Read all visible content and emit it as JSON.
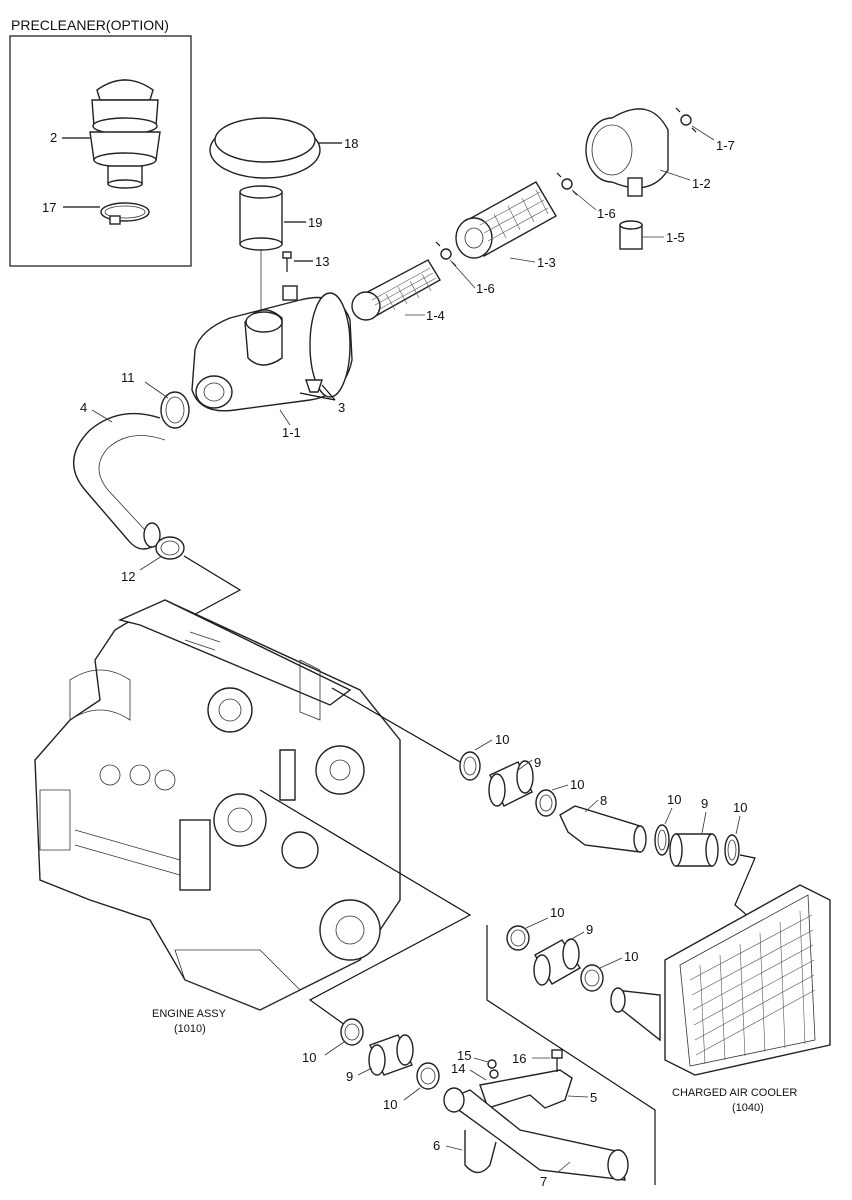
{
  "precleaner_title": "PRECLEANER(OPTION)",
  "engine_label": {
    "line1": "ENGINE ASSY",
    "line2": "(1010)"
  },
  "cooler_label": {
    "line1": "CHARGED AIR COOLER",
    "line2": "(1040)"
  },
  "callouts": {
    "p2": "2",
    "p17": "17",
    "p18": "18",
    "p19": "19",
    "p13": "13",
    "p1_7": "1-7",
    "p1_2": "1-2",
    "p1_6a": "1-6",
    "p1_5": "1-5",
    "p1_3": "1-3",
    "p1_6b": "1-6",
    "p1_4": "1-4",
    "p3": "3",
    "p1_1": "1-1",
    "p11": "11",
    "p4": "4",
    "p12": "12",
    "p10a": "10",
    "p9a": "9",
    "p10b": "10",
    "p8": "8",
    "p10c": "10",
    "p9b": "9",
    "p10d": "10",
    "p10e": "10",
    "p9c": "9",
    "p10f": "10",
    "p10g": "10",
    "p9d": "9",
    "p10h": "10",
    "p15": "15",
    "p14": "14",
    "p16": "16",
    "p5": "5",
    "p6": "6",
    "p7": "7"
  }
}
